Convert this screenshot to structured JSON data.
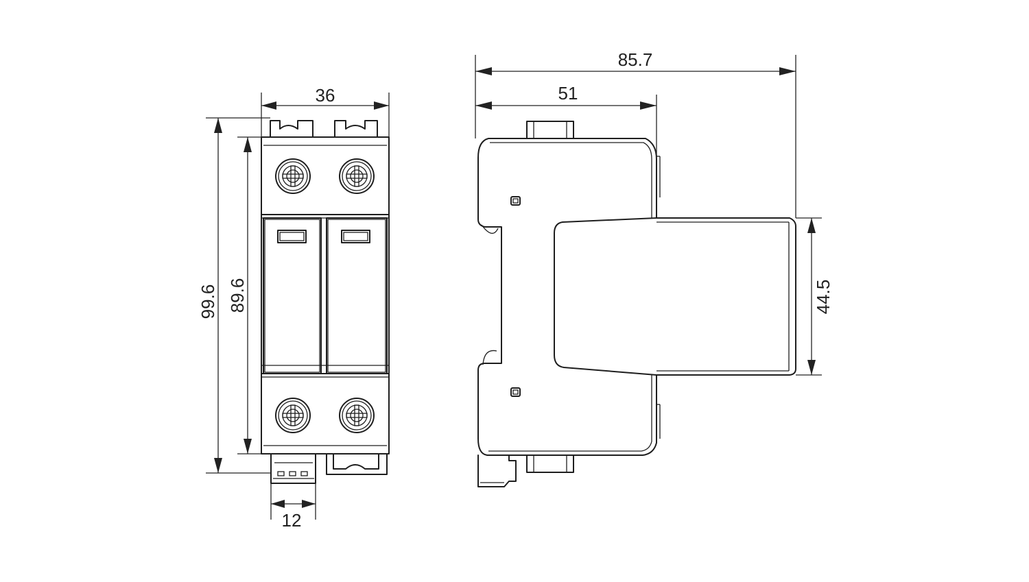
{
  "colors": {
    "line": "#1e1e1e",
    "background": "#ffffff"
  },
  "dimensions": {
    "front_width": "36",
    "front_total_height": "99.6",
    "front_body_height": "89.6",
    "rail_clip_width": "12",
    "side_total_depth": "85.7",
    "side_base_depth": "51",
    "module_height": "44.5"
  }
}
